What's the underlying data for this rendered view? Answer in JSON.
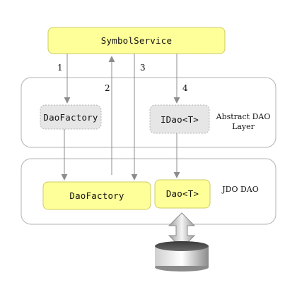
{
  "nodes": {
    "symbol_service": "SymbolService",
    "dao_factory_abstract": "DaoFactory",
    "idao": "IDao<T>",
    "dao_factory_jdo": "DaoFactory",
    "dao": "Dao<T>"
  },
  "layers": {
    "abstract_line1": "Abstract DAO",
    "abstract_line2": "Layer",
    "jdo": "JDO DAO"
  },
  "steps": [
    "1",
    "2",
    "3",
    "4"
  ],
  "colors": {
    "yellow_fill": "#ffff99",
    "yellow_border": "#cccc66",
    "abstract_fill": "#e6e6e6",
    "layer_border": "#b3b3b3",
    "arrow": "#8c8c8c"
  },
  "icons": {
    "database": "database-cylinder-icon",
    "bidirectional": "double-arrow-icon"
  }
}
